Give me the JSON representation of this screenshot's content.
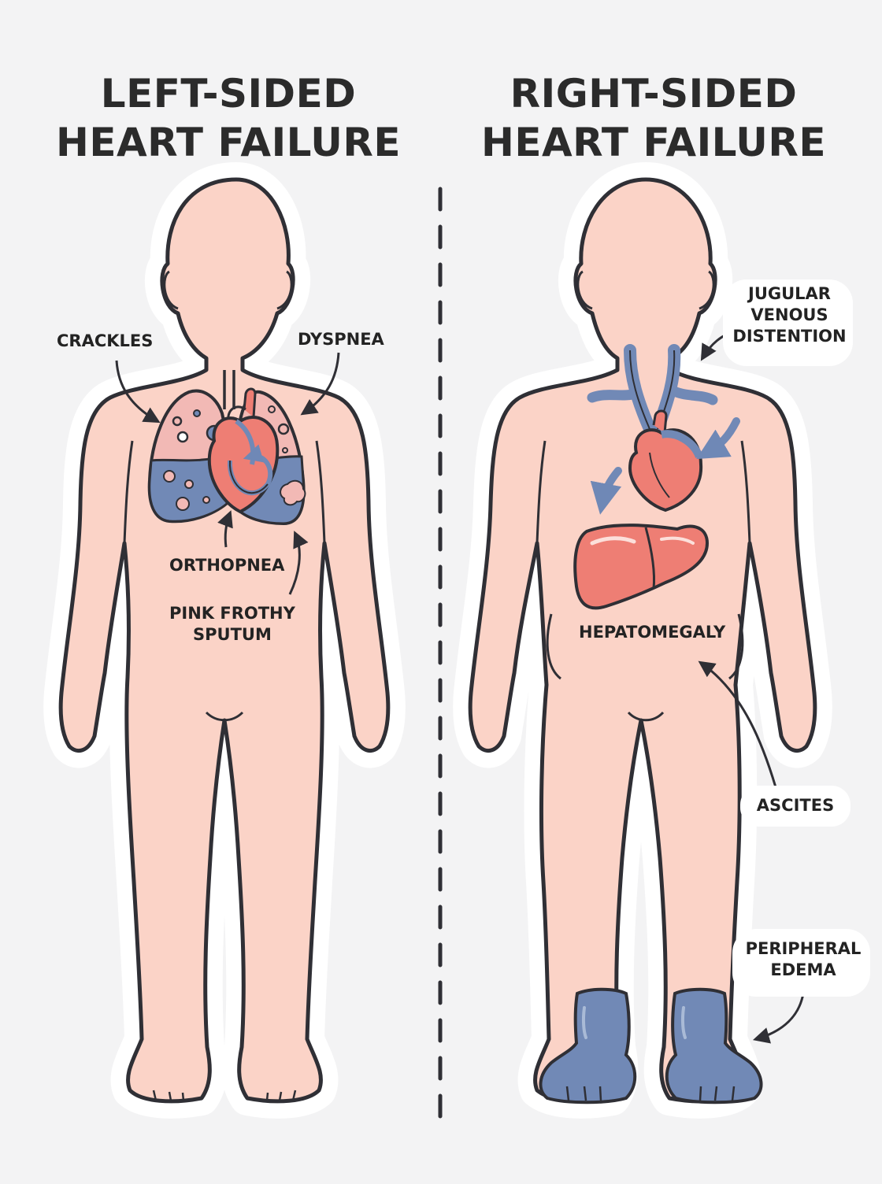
{
  "left_panel": {
    "title_line1": "LEFT-SIDED",
    "title_line2": "HEART FAILURE",
    "labels": {
      "crackles": "CRACKLES",
      "dyspnea": "DYSPNEA",
      "orthopnea": "ORTHOPNEA",
      "sputum_line1": "PINK FROTHY",
      "sputum_line2": "SPUTUM"
    }
  },
  "right_panel": {
    "title_line1": "RIGHT-SIDED",
    "title_line2": "HEART FAILURE",
    "labels": {
      "jvd_line1": "JUGULAR",
      "jvd_line2": "VENOUS",
      "jvd_line3": "DISTENTION",
      "hepatomegaly": "HEPATOMEGALY",
      "ascites": "ASCITES",
      "edema_line1": "PERIPHERAL",
      "edema_line2": "EDEMA"
    }
  },
  "colors": {
    "background": "#f3f3f4",
    "skin": "#fbd3c7",
    "outline": "#2f2f35",
    "fluid_blue": "#7189b6",
    "organ_red": "#ee7e74",
    "lung_pink": "#f2b9b5"
  }
}
